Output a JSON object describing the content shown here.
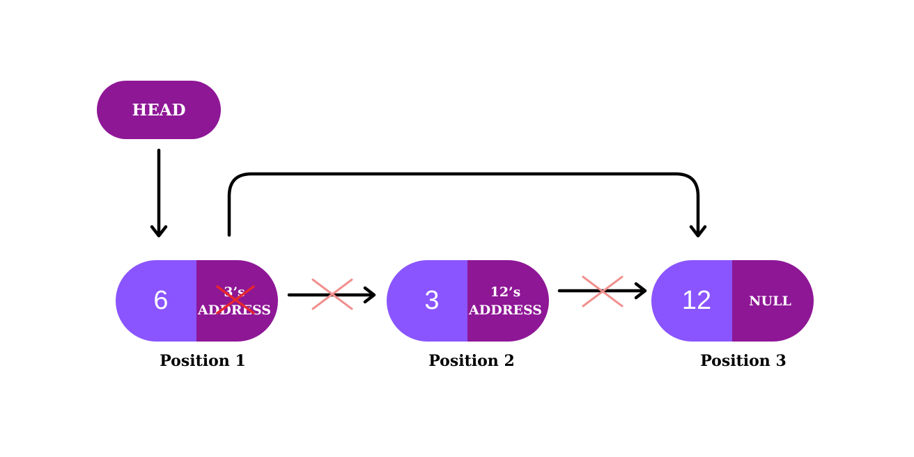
{
  "colors": {
    "value_fill": "#8a55ff",
    "pointer_fill": "#8e1796",
    "arrow": "#000000",
    "removed_link_mark": "#f0908e",
    "removed_address_mark": "#e8262f"
  },
  "head": {
    "label": "HEAD"
  },
  "nodes": [
    {
      "value": "6",
      "next_line1": "3’s",
      "next_line2": "ADDRESS",
      "next_crossed_out": true,
      "position_label": "Position 1"
    },
    {
      "value": "3",
      "next_line1": "12’s",
      "next_line2": "ADDRESS",
      "next_crossed_out": false,
      "position_label": "Position 2"
    },
    {
      "value": "12",
      "next_line1": "NULL",
      "next_line2": "",
      "next_crossed_out": false,
      "position_label": "Position 3"
    }
  ],
  "links": [
    {
      "from": "head",
      "to": "node-1",
      "removed": false
    },
    {
      "from": "node-1",
      "to": "node-2",
      "removed": true
    },
    {
      "from": "node-2",
      "to": "node-3",
      "removed": true
    },
    {
      "from": "node-1",
      "to": "node-3",
      "removed": false
    }
  ]
}
